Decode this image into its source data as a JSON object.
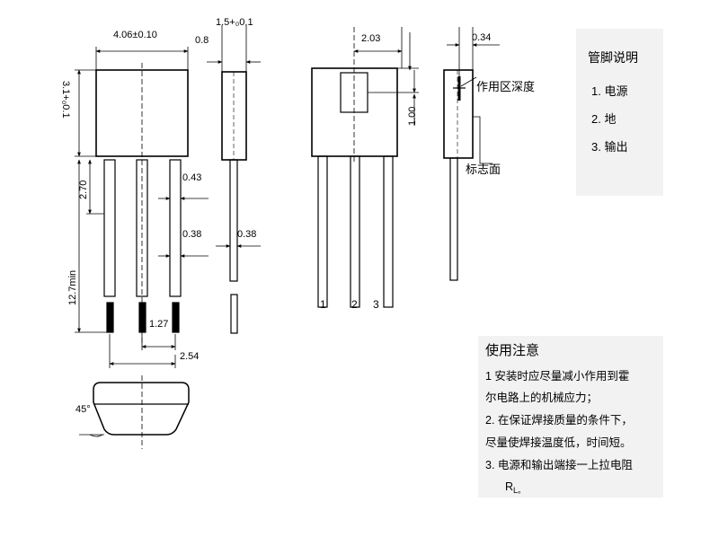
{
  "dimensions": {
    "body_width": "4.06±0.10",
    "body_thickness": "1.5+₀0.1",
    "d_08": "0.8",
    "body_height": "3.1+₀0.1",
    "d_270": "2.70",
    "d_043": "0.43",
    "d_038_a": "0.38",
    "d_038_b": "0.38",
    "lead_length": "12.7min",
    "pitch_127": "1.27",
    "pitch_254": "2.54",
    "chamfer": "45°",
    "d_203": "2.03",
    "d_100": "1.00",
    "d_034": "0.34"
  },
  "labels": {
    "sensor_depth": "作用区深度",
    "marking_face": "标志面"
  },
  "pin_numbers": [
    "1",
    "2",
    "3"
  ],
  "pin_legend": {
    "title": "管脚说明",
    "items": [
      "1. 电源",
      "2. 地",
      "3. 输出"
    ]
  },
  "notes": {
    "title": "使用注意",
    "lines": [
      "1 安装时应尽量减小作用到霍",
      "尔电路上的机械应力；",
      "2. 在保证焊接质量的条件下，",
      "尽量使焊接温度低，时间短。",
      "3. 电源和输出端接一上拉电阻"
    ],
    "resistor_symbol": "R",
    "resistor_subscript": "L。"
  }
}
